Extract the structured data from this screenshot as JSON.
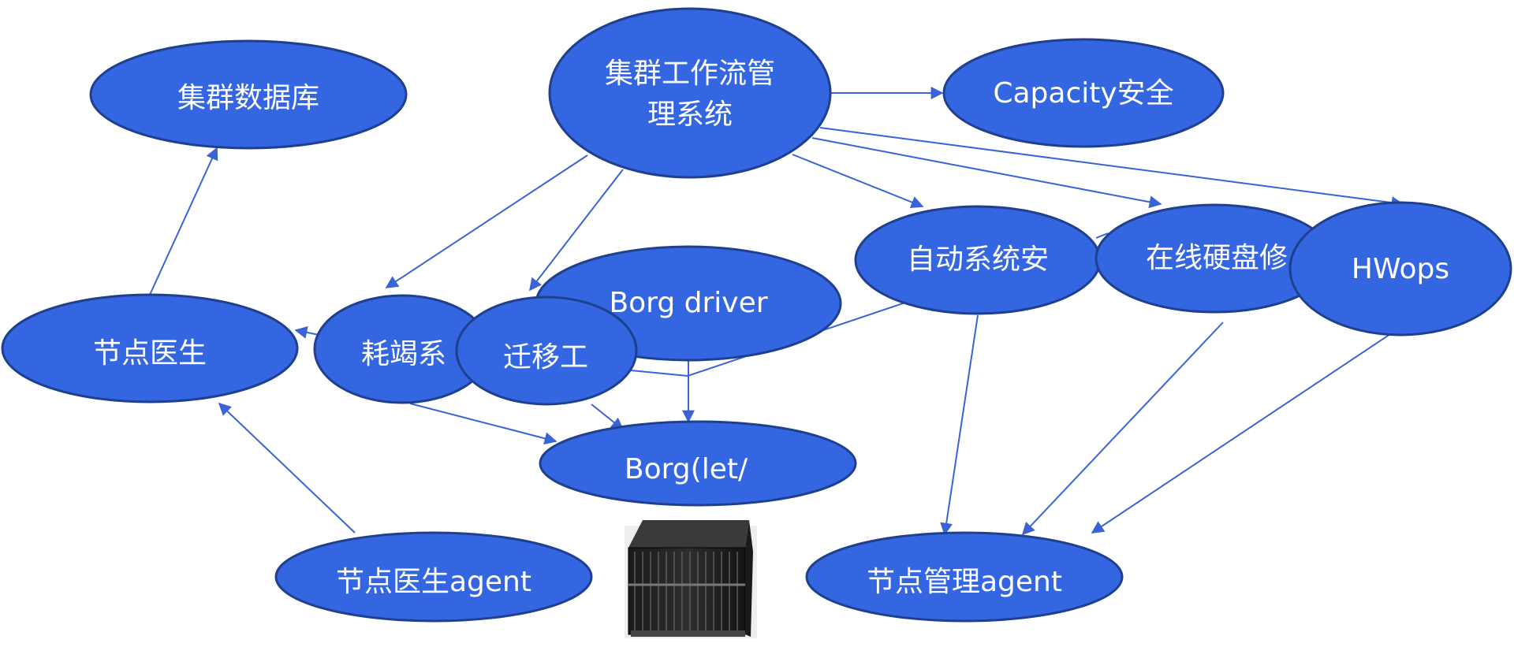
{
  "nodes": {
    "cluster_db": {
      "label": "集群数据库"
    },
    "workflow": {
      "label_line1": "集群工作流管",
      "label_line2": "理系统"
    },
    "capacity": {
      "label": "Capacity安全"
    },
    "node_doctor": {
      "label": "节点医生"
    },
    "consume": {
      "label": "耗竭系"
    },
    "migrate": {
      "label": "迁移工"
    },
    "borg_driver": {
      "label": "Borg driver"
    },
    "auto_install": {
      "label": "自动系统安"
    },
    "online_disk": {
      "label": "在线硬盘修"
    },
    "hwops": {
      "label": "HWops"
    },
    "borglet": {
      "label": "Borg(let/"
    },
    "doctor_agent": {
      "label": "节点医生agent"
    },
    "node_agent": {
      "label": "节点管理agent"
    }
  },
  "images": {
    "server_rack": {
      "icon": "server-rack-icon"
    }
  },
  "colors": {
    "node_fill": "#3366e0",
    "node_stroke": "#1f3f8f",
    "edge": "#3a63d6",
    "text": "#ffffff"
  }
}
